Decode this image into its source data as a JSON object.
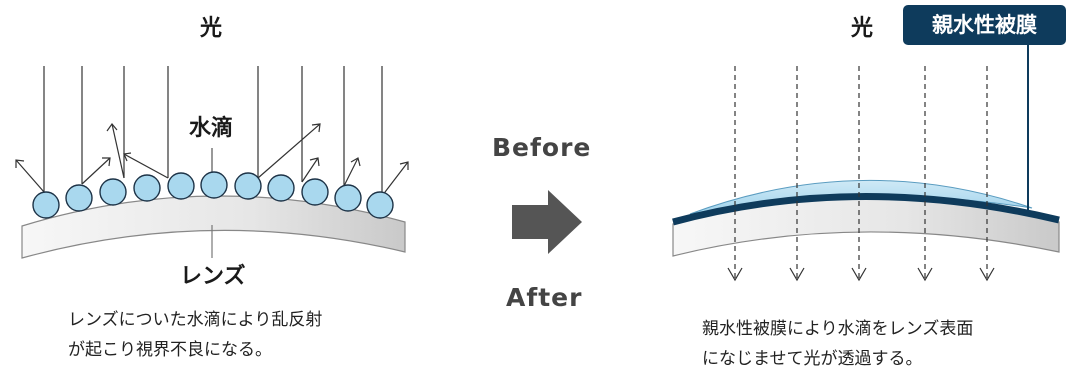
{
  "before": {
    "light_label": "光",
    "droplet_label": "水滴",
    "lens_label": "レンズ",
    "caption_line1": "レンズについた水滴により乱反射",
    "caption_line2": "が起こり視界不良になる。"
  },
  "center": {
    "before_label": "Before",
    "after_label": "After"
  },
  "after": {
    "light_label": "光",
    "coating_label": "親水性被膜",
    "caption_line1": "親水性被膜により水滴をレンズ表面",
    "caption_line2": "になじませて光が透過する。"
  },
  "colors": {
    "droplet_fill": "#a9d8ee",
    "droplet_stroke": "#1d3347",
    "coating_dark": "#0e3b5c",
    "coating_light": "#b8def0",
    "arrow_gray": "#555555",
    "lens_fill": "#f2f2f2"
  },
  "icons": {
    "transition": "right-arrow-icon"
  }
}
